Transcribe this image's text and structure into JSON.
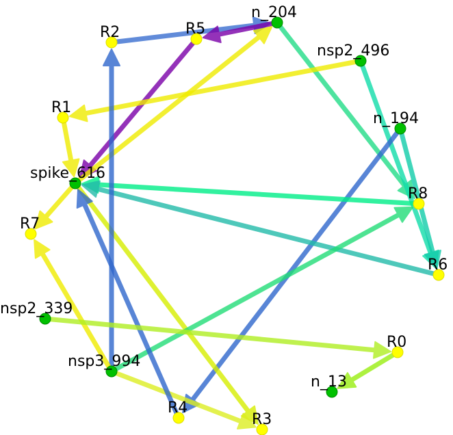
{
  "colors": {
    "background": "#ffffff",
    "protein_node": "#00c000",
    "residue_node": "#ffff00",
    "node_outline": "#888800"
  },
  "nodes": [
    {
      "id": "n_204",
      "label": "n_204",
      "kind": "protein"
    },
    {
      "id": "R5",
      "label": "R5",
      "kind": "residue"
    },
    {
      "id": "R2",
      "label": "R2",
      "kind": "residue"
    },
    {
      "id": "nsp2_496",
      "label": "nsp2_496",
      "kind": "protein"
    },
    {
      "id": "R1",
      "label": "R1",
      "kind": "residue"
    },
    {
      "id": "n_194",
      "label": "n_194",
      "kind": "protein"
    },
    {
      "id": "spike_616",
      "label": "spike_616",
      "kind": "protein"
    },
    {
      "id": "R8",
      "label": "R8",
      "kind": "residue"
    },
    {
      "id": "R7",
      "label": "R7",
      "kind": "residue"
    },
    {
      "id": "R6",
      "label": "R6",
      "kind": "residue"
    },
    {
      "id": "nsp2_339",
      "label": "nsp2_339",
      "kind": "protein"
    },
    {
      "id": "R0",
      "label": "R0",
      "kind": "residue"
    },
    {
      "id": "nsp3_994",
      "label": "nsp3_994",
      "kind": "protein"
    },
    {
      "id": "n_13",
      "label": "n_13",
      "kind": "protein"
    },
    {
      "id": "R4",
      "label": "R4",
      "kind": "residue"
    },
    {
      "id": "R3",
      "label": "R3",
      "kind": "residue"
    }
  ],
  "edges": [
    {
      "source": "R2",
      "target": "n_204",
      "color": "#3a6fd0"
    },
    {
      "source": "n_204",
      "target": "R5",
      "color": "#7a00a8"
    },
    {
      "source": "R5",
      "target": "spike_616",
      "color": "#7a00a8"
    },
    {
      "source": "spike_616",
      "target": "n_204",
      "color": "#f0ec00"
    },
    {
      "source": "n_204",
      "target": "R8",
      "color": "#22dd88"
    },
    {
      "source": "nsp2_496",
      "target": "R1",
      "color": "#f0ec00"
    },
    {
      "source": "nsp2_496",
      "target": "R6",
      "color": "#11ddaa"
    },
    {
      "source": "R1",
      "target": "spike_616",
      "color": "#f0ec00"
    },
    {
      "source": "n_194",
      "target": "R6",
      "color": "#11ccaa"
    },
    {
      "source": "n_194",
      "target": "R4",
      "color": "#2f67cc"
    },
    {
      "source": "R8",
      "target": "spike_616",
      "color": "#00ee88"
    },
    {
      "source": "R6",
      "target": "spike_616",
      "color": "#22bbaa"
    },
    {
      "source": "spike_616",
      "target": "R7",
      "color": "#f0ec00"
    },
    {
      "source": "spike_616",
      "target": "R3",
      "color": "#d7ee00"
    },
    {
      "source": "nsp3_994",
      "target": "R2",
      "color": "#2f67cc"
    },
    {
      "source": "nsp3_994",
      "target": "R8",
      "color": "#22dd77"
    },
    {
      "source": "nsp3_994",
      "target": "R7",
      "color": "#f0ec00"
    },
    {
      "source": "nsp3_994",
      "target": "R3",
      "color": "#ddee22"
    },
    {
      "source": "R4",
      "target": "spike_616",
      "color": "#2f67cc"
    },
    {
      "source": "nsp2_339",
      "target": "R0",
      "color": "#b0ee22"
    },
    {
      "source": "R0",
      "target": "n_13",
      "color": "#99ee11"
    }
  ]
}
